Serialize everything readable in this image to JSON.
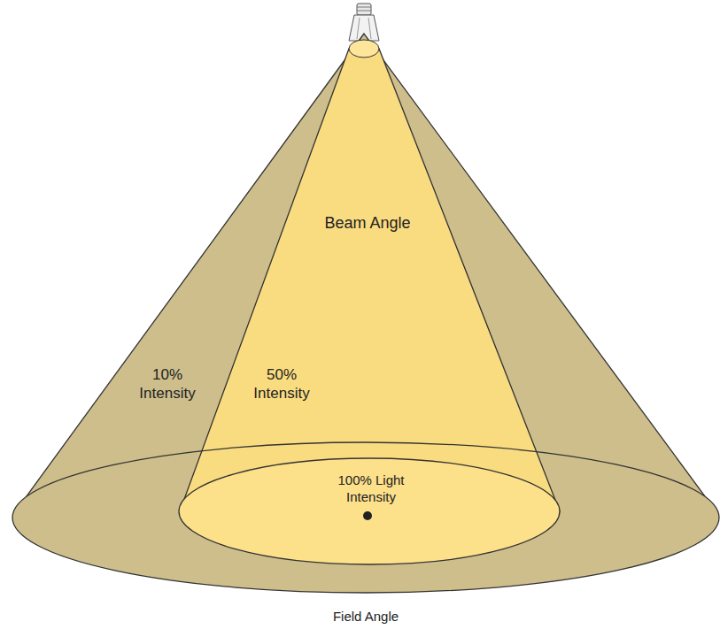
{
  "diagram": {
    "nodes": [
      {
        "text": [
          "10% Intensity",
          "Field Angle"
        ]
      },
      {
        "text": [
          "Beam Angle",
          "50% Intensity"
        ],
        "in": 0
      },
      {
        "text": [
          "100% Light Intensity"
        ],
        "in": 1
      }
    ]
  }
}
